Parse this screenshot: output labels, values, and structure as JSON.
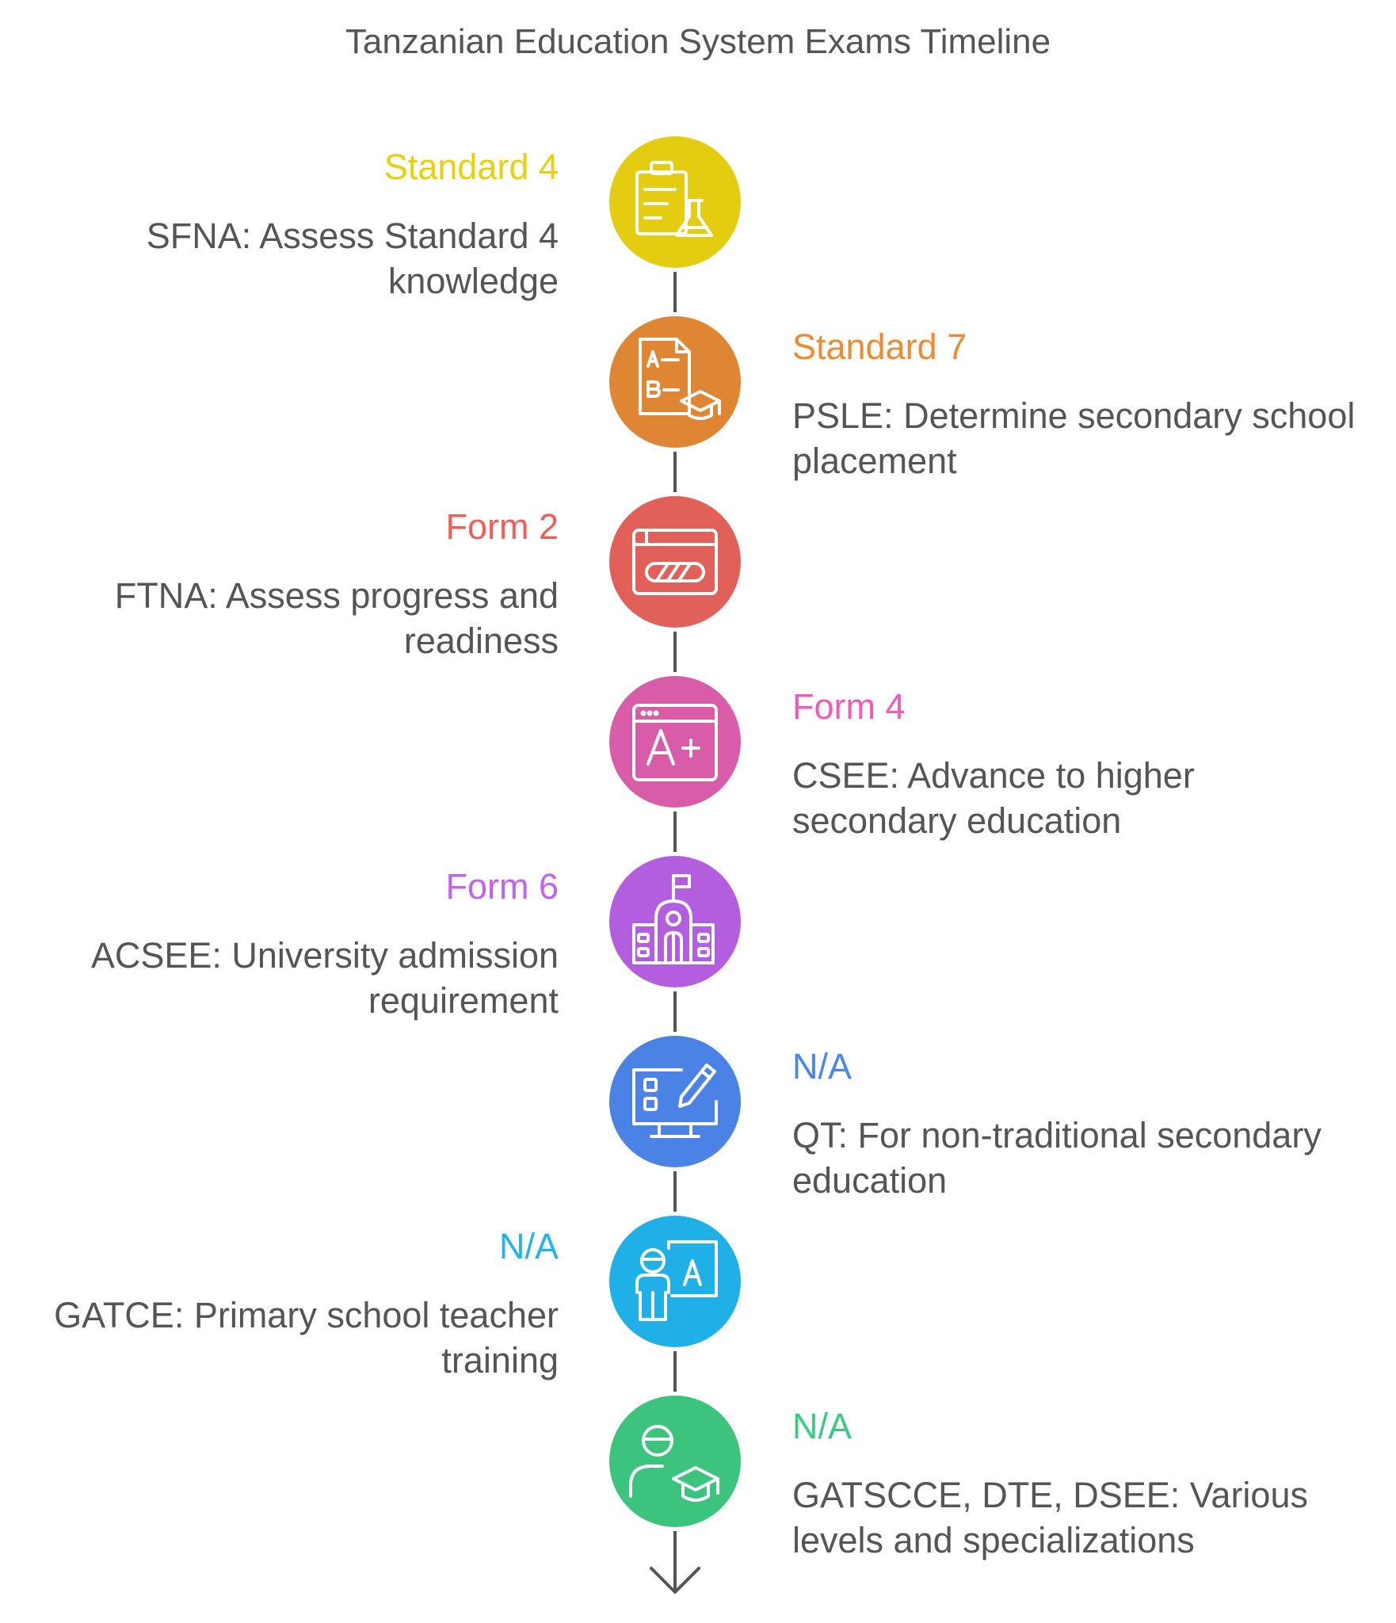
{
  "title": "Tanzanian Education System Exams Timeline",
  "colors": {
    "line": "#555555",
    "icon_stroke": "#ffffff"
  },
  "steps": [
    {
      "label": "Standard 4",
      "description": "SFNA: Assess Standard 4 knowledge",
      "color": "#E4CC10",
      "label_color": "#E8D00E",
      "icon": "clipboard-flask-icon",
      "side": "left"
    },
    {
      "label": "Standard 7",
      "description": "PSLE: Determine secondary school placement",
      "color": "#DF8634",
      "label_color": "#EC8C32",
      "icon": "test-paper-graduation-icon",
      "side": "right"
    },
    {
      "label": "Form 2",
      "description": "FTNA: Assess progress and readiness",
      "color": "#E2605A",
      "label_color": "#EC605A",
      "icon": "progress-window-icon",
      "side": "left"
    },
    {
      "label": "Form 4",
      "description": "CSEE: Advance to higher secondary education",
      "color": "#D95CA8",
      "label_color": "#EC5CB8",
      "icon": "a-plus-grade-icon",
      "side": "right"
    },
    {
      "label": "Form 6",
      "description": "ACSEE: University admission requirement",
      "color": "#B25EDF",
      "label_color": "#C064EE",
      "icon": "school-building-icon",
      "side": "left"
    },
    {
      "label": "N/A",
      "description": "QT: For non-traditional secondary education",
      "color": "#4A82E6",
      "label_color": "#4A86EA",
      "icon": "online-test-monitor-icon",
      "side": "right"
    },
    {
      "label": "N/A",
      "description": "GATCE: Primary school teacher training",
      "color": "#1EB0E6",
      "label_color": "#22B2EC",
      "icon": "teacher-board-icon",
      "side": "left"
    },
    {
      "label": "N/A",
      "description": "GATSCCE, DTE, DSEE: Various levels and specializations",
      "color": "#3CC47E",
      "label_color": "#3CCB82",
      "icon": "graduate-student-icon",
      "side": "right"
    }
  ]
}
